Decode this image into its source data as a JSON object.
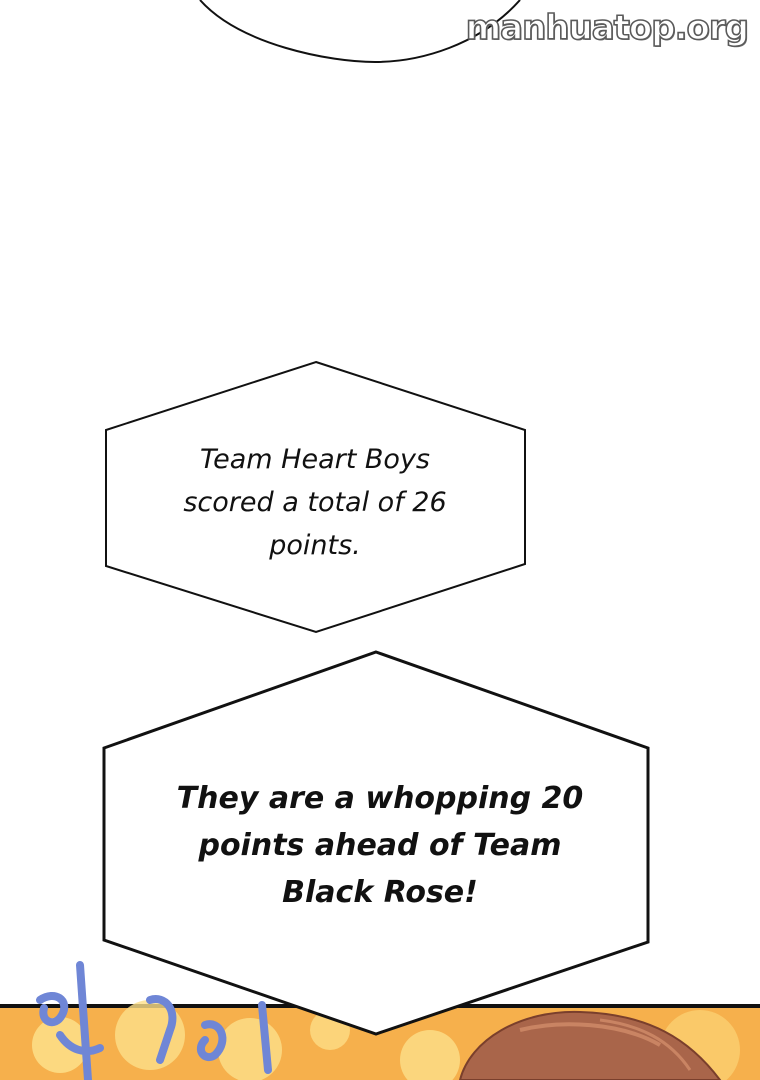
{
  "watermark": {
    "text": "manhuatop.org"
  },
  "bubbles": [
    {
      "lines": [
        "Team Heart Boys",
        "scored a total of 26",
        "points."
      ]
    },
    {
      "lines": [
        "They are a whopping 20",
        "points ahead of Team",
        "Black Rose!"
      ]
    }
  ],
  "colors": {
    "background": "#ffffff",
    "outline": "#111111",
    "panel_orange": "#f4a43a",
    "panel_yellow": "#fbd772",
    "sfx_blue": "#6f86d6",
    "hair_brown": "#a9654a"
  },
  "icons": [
    "speech-bubble-shape",
    "sfx-lettering",
    "hair-art"
  ]
}
